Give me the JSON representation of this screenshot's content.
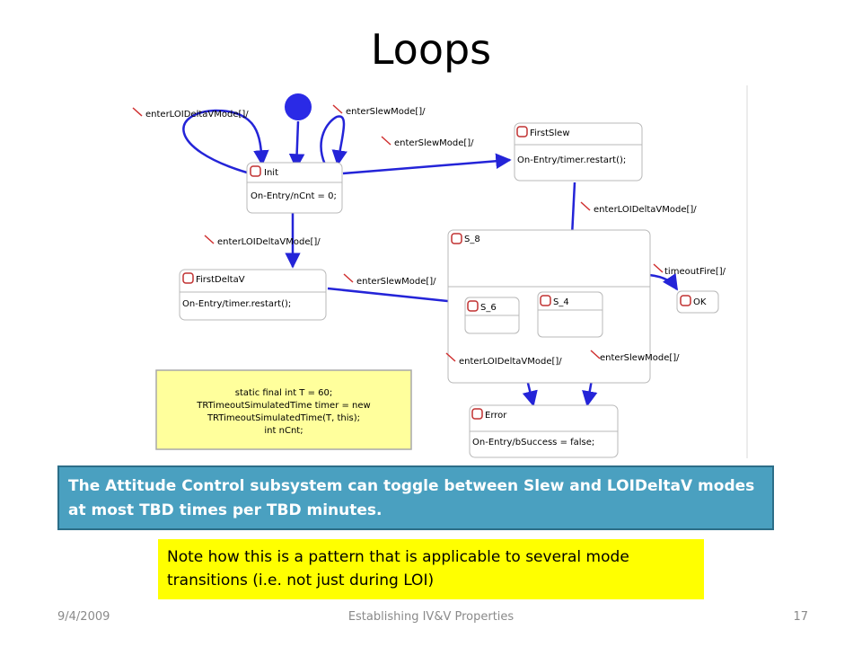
{
  "slide": {
    "title": "Loops",
    "callout_blue": "The Attitude Control subsystem can toggle between Slew and LOIDeltaV modes at most TBD times per TBD minutes.",
    "callout_yellow": "Note how this is a pattern that is applicable to several mode transitions (i.e. not just during LOI)",
    "footer": {
      "date": "9/4/2009",
      "center": "Establishing IV&V Properties",
      "page": "17"
    }
  },
  "diagram": {
    "states": {
      "init": {
        "name": "Init",
        "action": "On-Entry/nCnt = 0;"
      },
      "first_slew": {
        "name": "FirstSlew",
        "action": "On-Entry/timer.restart();"
      },
      "first_delta_v": {
        "name": "FirstDeltaV",
        "action": "On-Entry/timer.restart();"
      },
      "s8": {
        "name": "S_8"
      },
      "s6": {
        "name": "S_6"
      },
      "s4": {
        "name": "S_4"
      },
      "ok": {
        "name": "OK"
      },
      "error": {
        "name": "Error",
        "action": "On-Entry/bSuccess = false;"
      }
    },
    "transitions": {
      "init_self_loi": "enterLOIDeltaVMode[]/",
      "init_self_slew": "enterSlewMode[]/",
      "init_to_first_slew": "enterSlewMode[]/",
      "init_to_first_delta_v": "enterLOIDeltaVMode[]/",
      "first_slew_to_s4": "enterLOIDeltaVMode[]/",
      "first_delta_v_to_s6": "enterSlewMode[]/",
      "s8_to_ok": "timeoutFire[]/",
      "s6_to_error": "enterLOIDeltaVMode[]/",
      "s4_to_error": "enterSlewMode[]/"
    },
    "note_lines": [
      "static final int T = 60;",
      "TRTimeoutSimulatedTime timer = new",
      "TRTimeoutSimulatedTime(T, this);",
      "int nCnt;"
    ]
  }
}
